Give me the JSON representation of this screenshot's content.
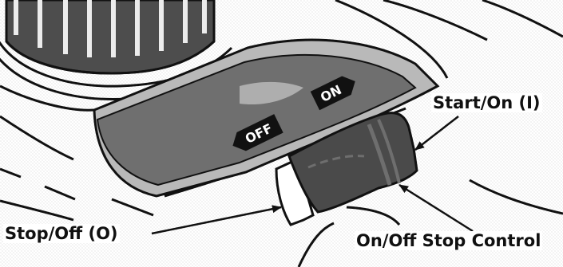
{
  "switch_panel": {
    "off_marking": "OFF",
    "on_marking": "ON"
  },
  "callouts": {
    "start_on": "Start/On (I)",
    "stop_off": "Stop/Off (O)",
    "on_off_stop_control": "On/Off Stop Control"
  },
  "colors": {
    "line": "#111111",
    "panel_fill": "#6f6f6f",
    "panel_frame": "#b9b9b9",
    "rocker_fill": "#4a4a4a",
    "rocker_highlight": "#6e6e6e",
    "background": "#ffffff"
  }
}
